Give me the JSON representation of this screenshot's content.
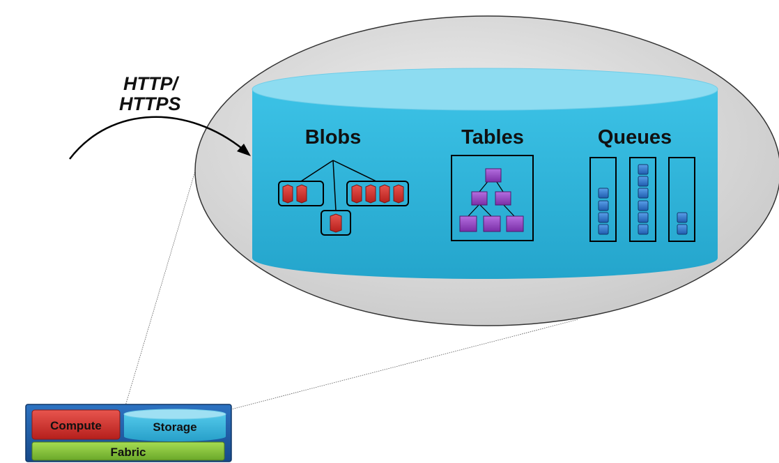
{
  "protocol": {
    "line1": "HTTP/",
    "line2": "HTTPS"
  },
  "services": {
    "blobs": "Blobs",
    "tables": "Tables",
    "queues": "Queues"
  },
  "platform": {
    "compute": "Compute",
    "storage": "Storage",
    "fabric": "Fabric"
  },
  "colors": {
    "cylinder": "#3ec3e4",
    "cylinder_top": "#8ddcf1",
    "ellipse": "#e5e5e5",
    "blob": "#d8322d",
    "table": "#8d3fbb",
    "queue": "#2f78cf",
    "compute": "#d52e2a",
    "storage": "#38b6dd",
    "fabric": "#86c43c",
    "frame": "#1f5ea8"
  }
}
